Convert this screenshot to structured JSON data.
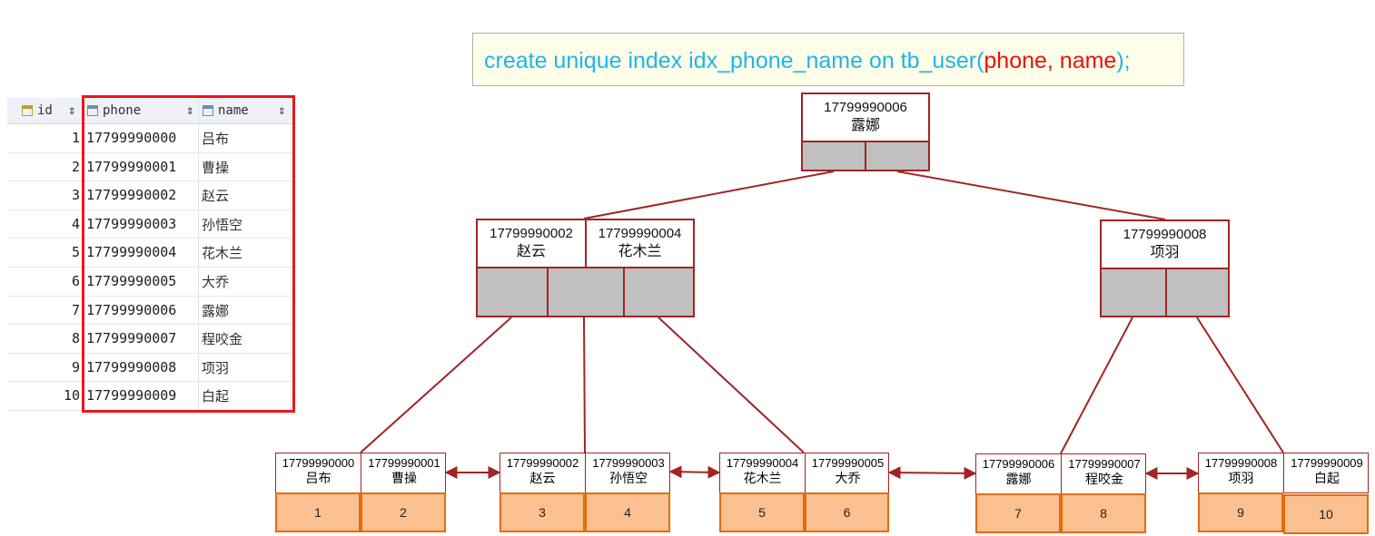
{
  "sql": {
    "prefix": "create unique index idx_phone_name on tb_user(",
    "columns": "phone, name",
    "suffix": ");"
  },
  "table": {
    "headers": {
      "id": "id",
      "phone": "phone",
      "name": "name"
    },
    "sort_glyph": "⇕",
    "rows": [
      {
        "id": "1",
        "phone": "17799990000",
        "name": "吕布"
      },
      {
        "id": "2",
        "phone": "17799990001",
        "name": "曹操"
      },
      {
        "id": "3",
        "phone": "17799990002",
        "name": "赵云"
      },
      {
        "id": "4",
        "phone": "17799990003",
        "name": "孙悟空"
      },
      {
        "id": "5",
        "phone": "17799990004",
        "name": "花木兰"
      },
      {
        "id": "6",
        "phone": "17799990005",
        "name": "大乔"
      },
      {
        "id": "7",
        "phone": "17799990006",
        "name": "露娜"
      },
      {
        "id": "8",
        "phone": "17799990007",
        "name": "程咬金"
      },
      {
        "id": "9",
        "phone": "17799990008",
        "name": "项羽"
      },
      {
        "id": "10",
        "phone": "17799990009",
        "name": "白起"
      }
    ]
  },
  "tree": {
    "root": {
      "keys": [
        {
          "phone": "17799990006",
          "name": "露娜"
        }
      ]
    },
    "internal_left": {
      "keys": [
        {
          "phone": "17799990002",
          "name": "赵云"
        },
        {
          "phone": "17799990004",
          "name": "花木兰"
        }
      ]
    },
    "internal_right": {
      "keys": [
        {
          "phone": "17799990008",
          "name": "项羽"
        }
      ]
    },
    "leaves": [
      {
        "keys": [
          {
            "phone": "17799990000",
            "name": "吕布"
          },
          {
            "phone": "17799990001",
            "name": "曹操"
          }
        ],
        "ids": [
          "1",
          "2"
        ]
      },
      {
        "keys": [
          {
            "phone": "17799990002",
            "name": "赵云"
          },
          {
            "phone": "17799990003",
            "name": "孙悟空"
          }
        ],
        "ids": [
          "3",
          "4"
        ]
      },
      {
        "keys": [
          {
            "phone": "17799990004",
            "name": "花木兰"
          },
          {
            "phone": "17799990005",
            "name": "大乔"
          }
        ],
        "ids": [
          "5",
          "6"
        ]
      },
      {
        "keys": [
          {
            "phone": "17799990006",
            "name": "露娜"
          },
          {
            "phone": "17799990007",
            "name": "程咬金"
          }
        ],
        "ids": [
          "7",
          "8"
        ]
      },
      {
        "keys": [
          {
            "phone": "17799990008",
            "name": "项羽"
          },
          {
            "phone": "17799990009",
            "name": "白起"
          }
        ],
        "ids": [
          "9",
          "10"
        ]
      }
    ]
  },
  "colors": {
    "sql_text": "#1fb5ea",
    "sql_columns": "#e8120c",
    "node_border": "#a22424",
    "pointer_fill": "#c0c0c0",
    "row_fill": "#fac090",
    "row_border": "#e46c0a",
    "highlight": "#e81919"
  }
}
